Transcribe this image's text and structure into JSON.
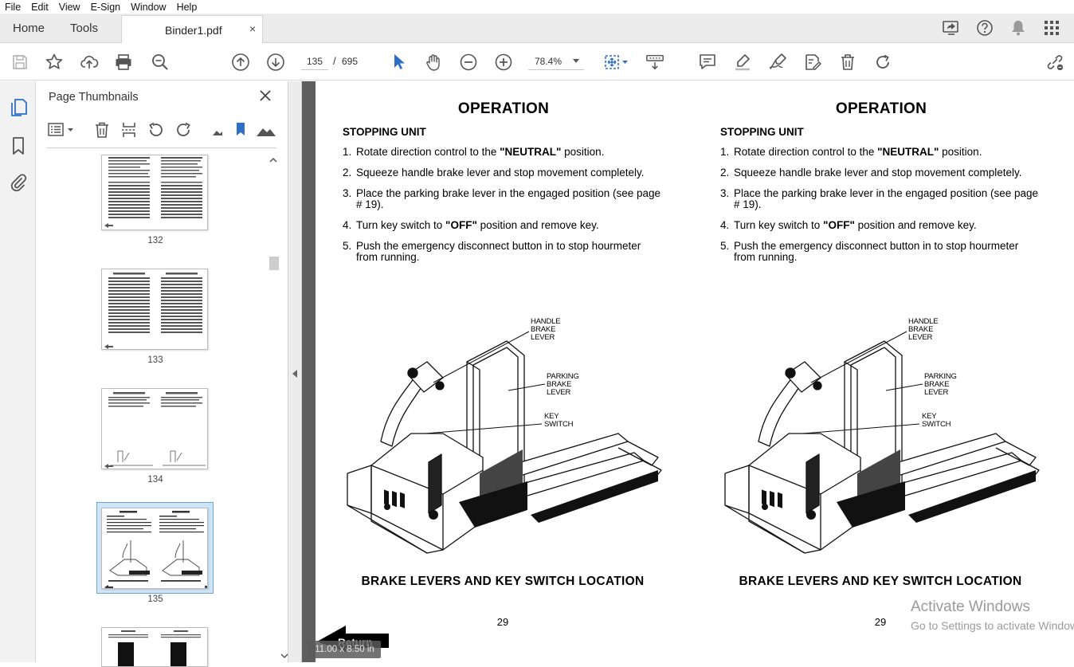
{
  "menu": [
    "File",
    "Edit",
    "View",
    "E-Sign",
    "Window",
    "Help"
  ],
  "tabs": {
    "home": "Home",
    "tools": "Tools",
    "document": "Binder1.pdf",
    "close_glyph": "×"
  },
  "toolbar": {
    "current_page": "135",
    "page_separator": "/",
    "total_pages": "695",
    "zoom": "78.4%"
  },
  "panel": {
    "title": "Page Thumbnails",
    "thumbnails": [
      {
        "label": "132"
      },
      {
        "label": "133"
      },
      {
        "label": "134"
      },
      {
        "label": "135",
        "selected": true
      }
    ]
  },
  "document": {
    "columns": [
      {
        "title": "OPERATION",
        "subtitle": "STOPPING UNIT",
        "steps": [
          {
            "num": "1.",
            "pre": "Rotate direction control to the ",
            "bold": "\"NEUTRAL\"",
            "post": " position."
          },
          {
            "num": "2.",
            "pre": "Squeeze handle brake lever and stop movement completely.",
            "bold": "",
            "post": ""
          },
          {
            "num": "3.",
            "pre": "Place the parking brake lever in the engaged position (see page # 19).",
            "bold": "",
            "post": ""
          },
          {
            "num": "4.",
            "pre": "Turn key switch to ",
            "bold": "\"OFF\"",
            "post": " position and remove key."
          },
          {
            "num": "5.",
            "pre": "Push the emergency disconnect button in to stop hourmeter from running.",
            "bold": "",
            "post": ""
          }
        ],
        "callouts": {
          "handle": [
            "HANDLE",
            "BRAKE",
            "LEVER"
          ],
          "parking": [
            "PARKING",
            "BRAKE",
            "LEVER"
          ],
          "key": [
            "KEY",
            "SWITCH"
          ]
        },
        "caption": "BRAKE LEVERS AND KEY SWITCH LOCATION",
        "page_number": "29"
      },
      {
        "title": "OPERATION",
        "subtitle": "STOPPING UNIT",
        "steps": [
          {
            "num": "1.",
            "pre": "Rotate direction control to the ",
            "bold": "\"NEUTRAL\"",
            "post": " position."
          },
          {
            "num": "2.",
            "pre": "Squeeze handle brake lever and stop movement completely.",
            "bold": "",
            "post": ""
          },
          {
            "num": "3.",
            "pre": "Place the parking brake lever in the engaged position (see page # 19).",
            "bold": "",
            "post": ""
          },
          {
            "num": "4.",
            "pre": "Turn key switch to ",
            "bold": "\"OFF\"",
            "post": " position and remove key."
          },
          {
            "num": "5.",
            "pre": "Push the emergency disconnect button in to stop hourmeter from running.",
            "bold": "",
            "post": ""
          }
        ],
        "callouts": {
          "handle": [
            "HANDLE",
            "BRAKE",
            "LEVER"
          ],
          "parking": [
            "PARKING",
            "BRAKE",
            "LEVER"
          ],
          "key": [
            "KEY",
            "SWITCH"
          ]
        },
        "caption": "BRAKE LEVERS AND KEY SWITCH LOCATION",
        "page_number": "29"
      }
    ],
    "return_label": "Return",
    "page_size": "11.00 x 8.50 in"
  },
  "watermark": {
    "line1": "Activate Windows",
    "line2": "Go to Settings to activate Windows."
  },
  "colors": {
    "accent": "#2d6ec6",
    "selection": "#cfe5f5",
    "doc_background": "#5e5e5e"
  }
}
